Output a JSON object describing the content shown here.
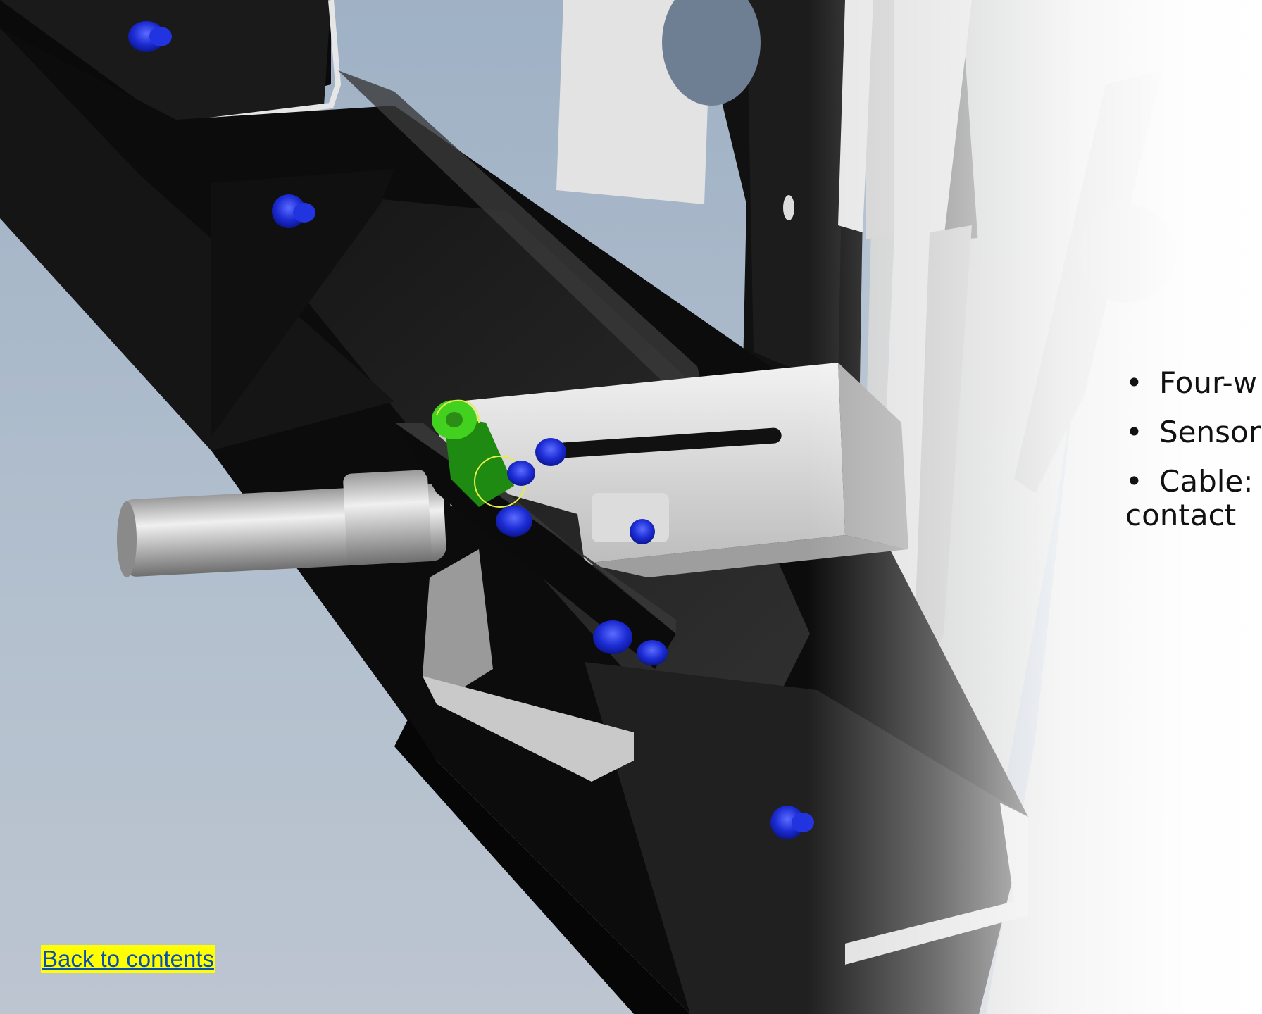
{
  "slide": {
    "bullets": [
      {
        "text": "Four-w"
      },
      {
        "text": "Sensor"
      },
      {
        "text": "Cable:",
        "continuation": "contact"
      }
    ],
    "back_link": "Back to contents"
  },
  "colors": {
    "background": "#a9b8c9",
    "frame_black": "#0a0a0a",
    "bracket_gray": "#d9d9d9",
    "bolt_blue": "#1f2fd6",
    "green_part": "#39c21a",
    "highlight_yellow": "#ffff00",
    "link_blue": "#0b4fb3"
  },
  "icons": {
    "bullet": "bullet-dot"
  }
}
